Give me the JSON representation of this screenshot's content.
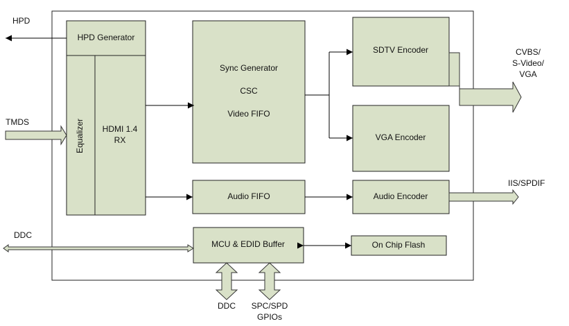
{
  "blocks": {
    "hpd_generator": "HPD Generator",
    "equalizer": "Equalizer",
    "hdmi_rx_line1": "HDMI 1.4",
    "hdmi_rx_line2": "RX",
    "sync_generator": "Sync Generator",
    "csc": "CSC",
    "video_fifo": "Video FIFO",
    "sdtv_encoder": "SDTV Encoder",
    "vga_encoder": "VGA Encoder",
    "audio_fifo": "Audio FIFO",
    "audio_encoder": "Audio Encoder",
    "mcu_edid_buffer": "MCU & EDID Buffer",
    "on_chip_flash": "On Chip Flash"
  },
  "signals": {
    "hpd": "HPD",
    "tmds": "TMDS",
    "ddc_left": "DDC",
    "cvbs_line1": "CVBS/",
    "cvbs_line2": "S-Video/",
    "cvbs_line3": "VGA",
    "iis_spdif": "IIS/SPDIF",
    "ddc_bottom": "DDC",
    "spc_line1": "SPC/SPD",
    "spc_line2": "GPIOs"
  },
  "colors": {
    "block_fill": "#d9e1c8",
    "outline": "#222222"
  }
}
